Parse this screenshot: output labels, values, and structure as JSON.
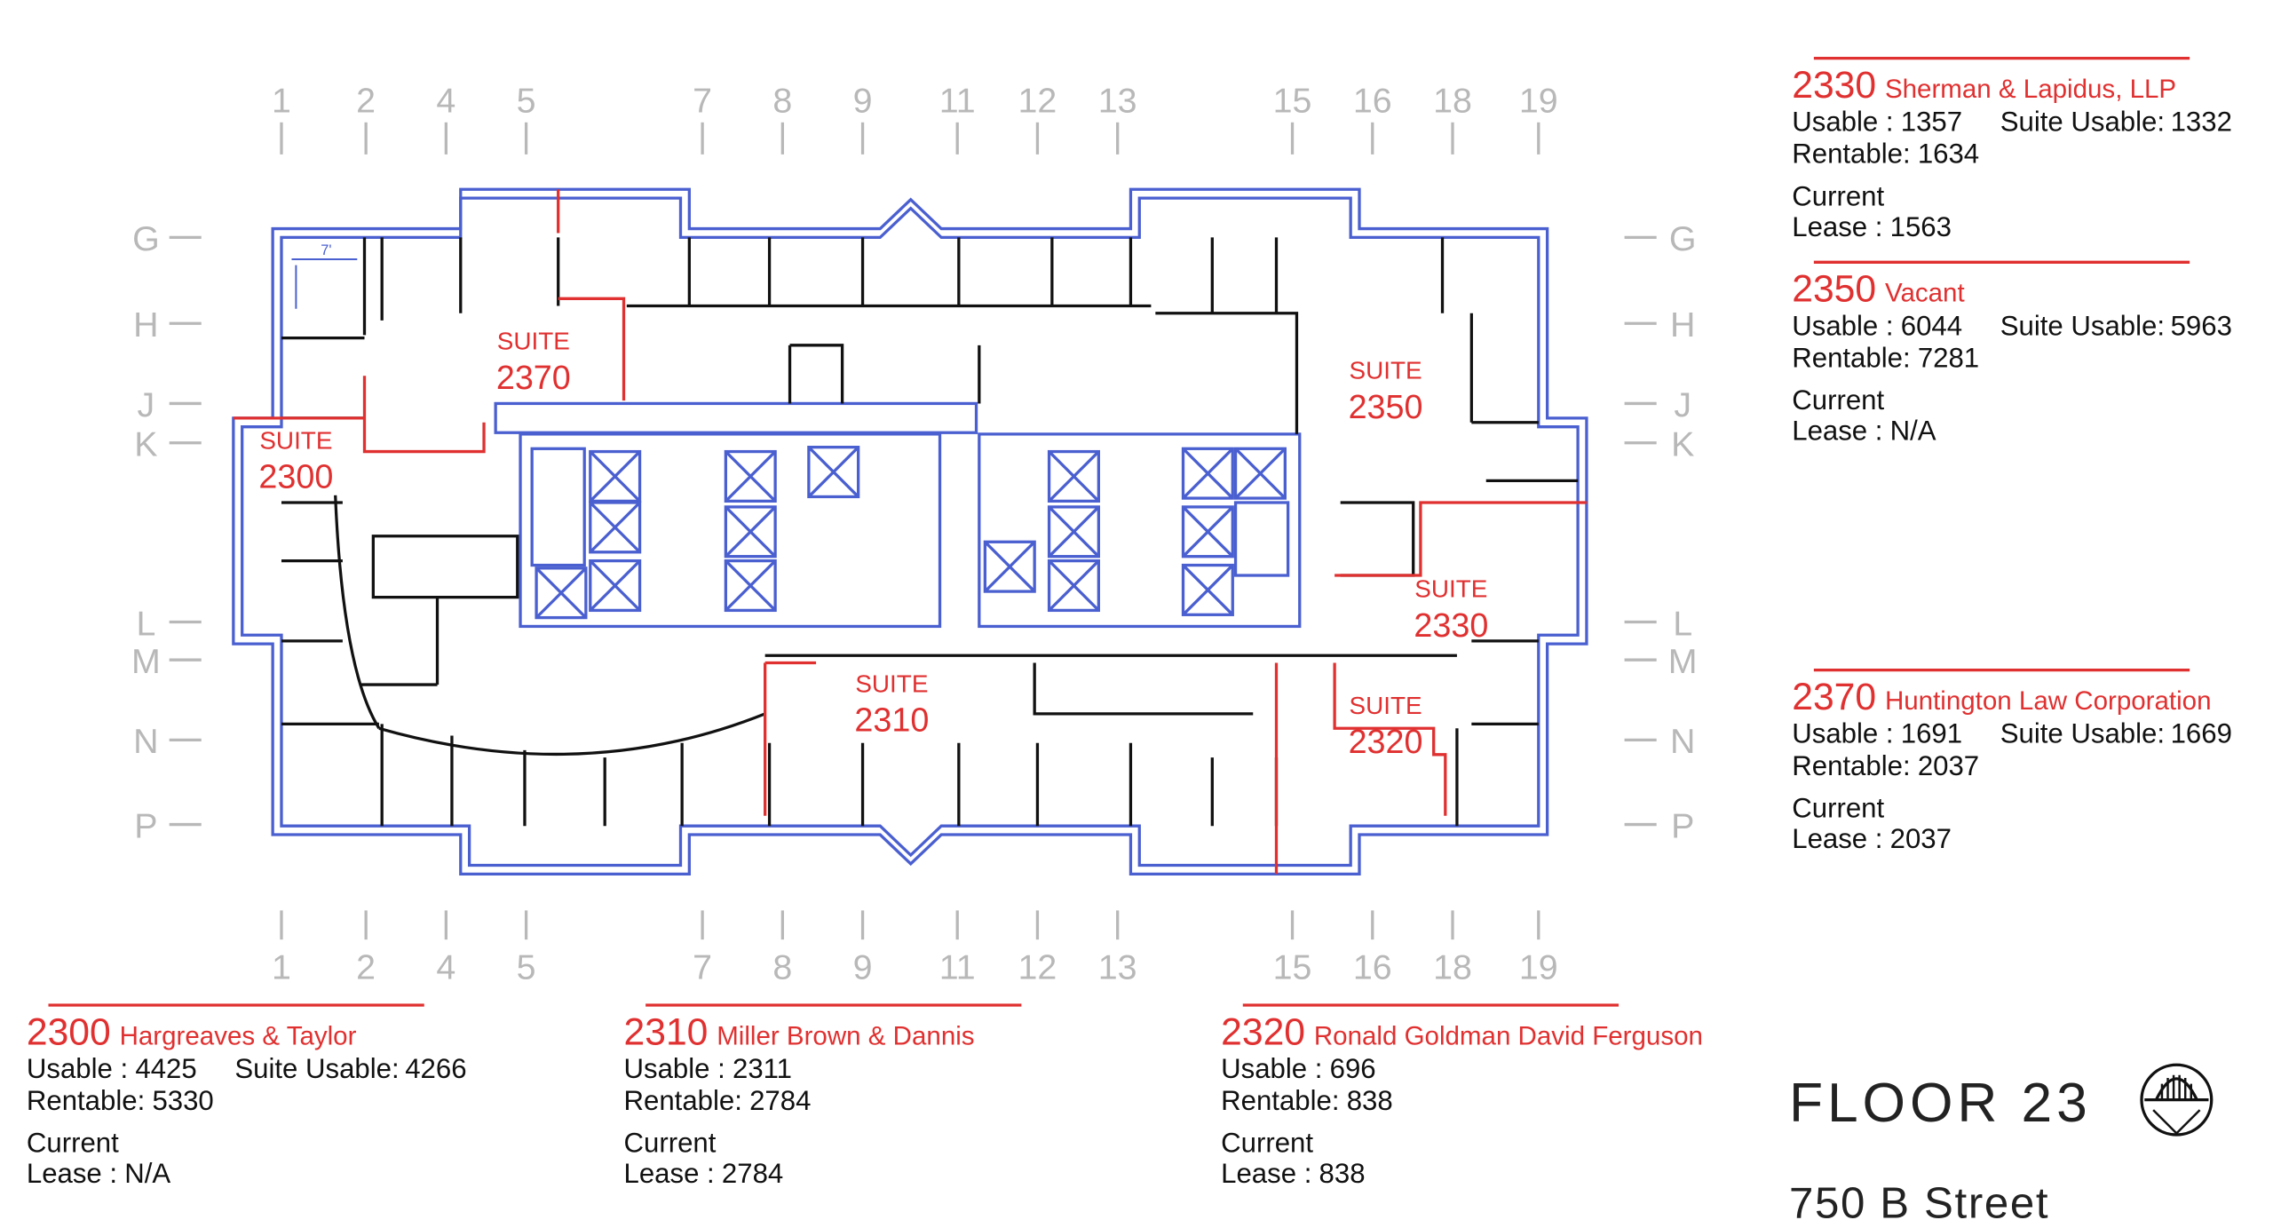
{
  "grid": {
    "columns": [
      "1",
      "2",
      "4",
      "5",
      "7",
      "8",
      "9",
      "11",
      "12",
      "13",
      "15",
      "16",
      "18",
      "19"
    ],
    "rows": [
      "G",
      "H",
      "J",
      "K",
      "L",
      "M",
      "N",
      "P"
    ]
  },
  "suites_on_plan": [
    {
      "label": "SUITE",
      "number": "2300"
    },
    {
      "label": "SUITE",
      "number": "2370"
    },
    {
      "label": "SUITE",
      "number": "2350"
    },
    {
      "label": "SUITE",
      "number": "2330"
    },
    {
      "label": "SUITE",
      "number": "2310"
    },
    {
      "label": "SUITE",
      "number": "2320"
    }
  ],
  "dimension_note": "7'",
  "tenants": [
    {
      "suite": "2330",
      "name": "Sherman & Lapidus, LLP",
      "usable_label": "Usable :",
      "usable": "1357",
      "suite_usable_label": "Suite Usable:",
      "suite_usable": "1332",
      "rentable_label": "Rentable:",
      "rentable": "1634",
      "current_label": "Current",
      "lease_label": "Lease :",
      "lease": "1563"
    },
    {
      "suite": "2350",
      "name": "Vacant",
      "usable_label": "Usable :",
      "usable": "6044",
      "suite_usable_label": "Suite Usable:",
      "suite_usable": "5963",
      "rentable_label": "Rentable:",
      "rentable": "7281",
      "current_label": "Current",
      "lease_label": "Lease :",
      "lease": "N/A"
    },
    {
      "suite": "2370",
      "name": "Huntington Law Corporation",
      "usable_label": "Usable :",
      "usable": "1691",
      "suite_usable_label": "Suite Usable:",
      "suite_usable": "1669",
      "rentable_label": "Rentable:",
      "rentable": "2037",
      "current_label": "Current",
      "lease_label": "Lease :",
      "lease": "2037"
    },
    {
      "suite": "2300",
      "name": "Hargreaves & Taylor",
      "usable_label": "Usable :",
      "usable": "4425",
      "suite_usable_label": "Suite Usable:",
      "suite_usable": "4266",
      "rentable_label": "Rentable:",
      "rentable": "5330",
      "current_label": "Current",
      "lease_label": "Lease :",
      "lease": "N/A"
    },
    {
      "suite": "2310",
      "name": "Miller Brown & Dannis",
      "usable_label": "Usable :",
      "usable": "2311",
      "rentable_label": "Rentable:",
      "rentable": "2784",
      "current_label": "Current",
      "lease_label": "Lease :",
      "lease": "2784"
    },
    {
      "suite": "2320",
      "name": "Ronald Goldman David Ferguson",
      "usable_label": "Usable :",
      "usable": "696",
      "rentable_label": "Rentable:",
      "rentable": "838",
      "current_label": "Current",
      "lease_label": "Lease :",
      "lease": "838"
    }
  ],
  "floor_title": "FLOOR 23",
  "address": "750 B Street",
  "colors": {
    "walls": "#111111",
    "core": "#4a5fd0",
    "suite": "#e03030",
    "grid": "#b8b8b8"
  }
}
